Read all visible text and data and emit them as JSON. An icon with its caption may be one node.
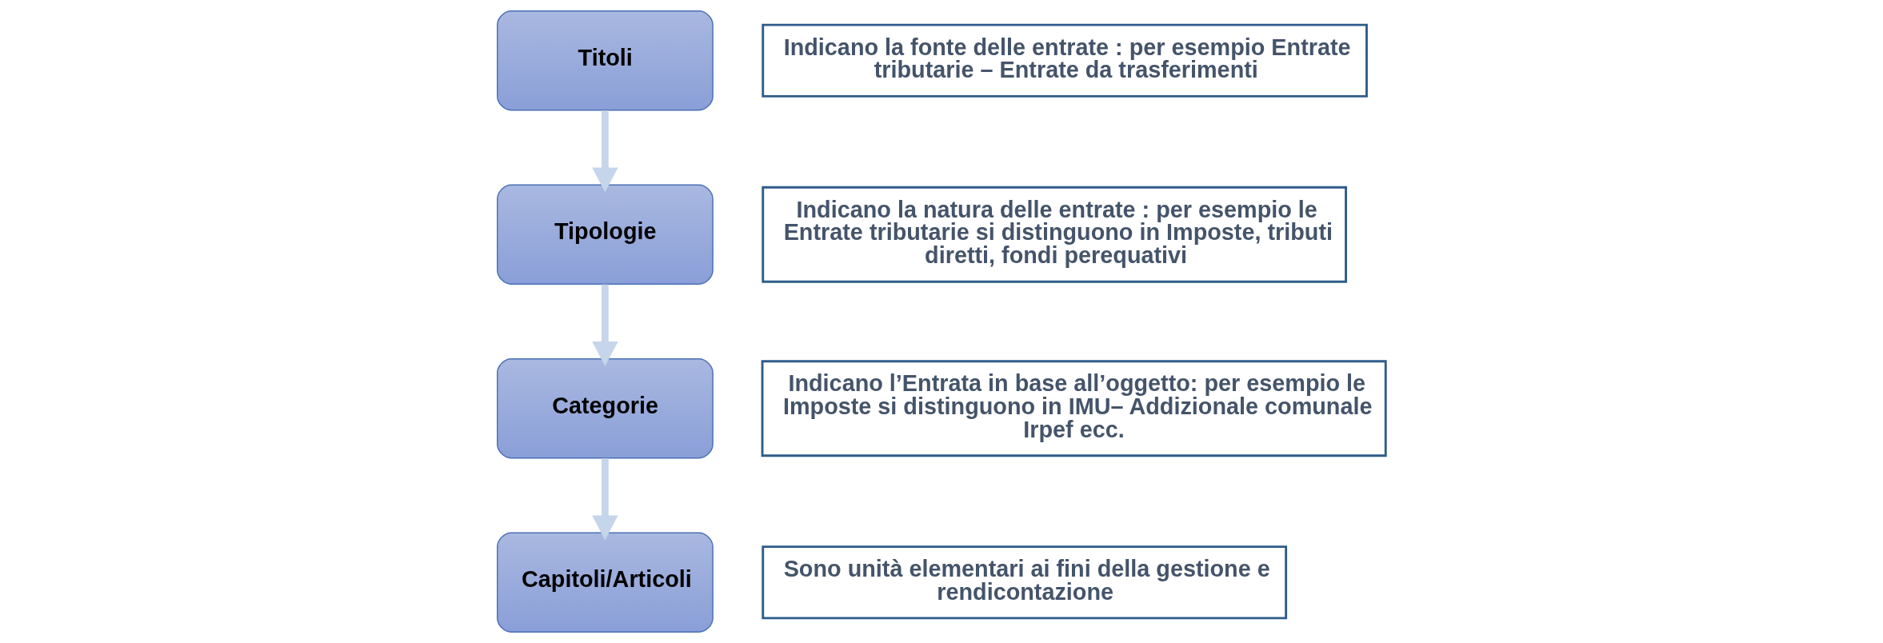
{
  "diagram": {
    "nodes": [
      {
        "text": [
          "Titoli"
        ]
      },
      {
        "text": [
          "Indicano la fonte delle entrate : per esempio Entrate tributarie – Entrate da trasferimenti"
        ]
      },
      {
        "text": [
          "Tipologie"
        ]
      },
      {
        "text": [
          "Indicano la natura delle entrate : per esempio le Entrate tributarie si distinguono in Imposte, tributi diretti, fondi perequativi"
        ]
      },
      {
        "text": [
          "Categorie"
        ]
      },
      {
        "text": [
          "Indicano l’Entrata in base all’oggetto: per esempio le Imposte si distinguono in IMU– Addizionale comunale Irpef ecc."
        ]
      },
      {
        "text": [
          "Capitoli/Articoli"
        ]
      },
      {
        "text": [
          "Sono unità elementari ai fini della gestione e rendicontazione"
        ]
      }
    ],
    "edges": [
      {
        "from": 0,
        "to": 2,
        "arrow": "to",
        "color": "#c5d5ea"
      },
      {
        "from": 2,
        "to": 4,
        "arrow": "to",
        "color": "#c5d5ea"
      },
      {
        "from": 4,
        "to": 6,
        "arrow": "to",
        "color": "#c5d5ea"
      }
    ]
  }
}
